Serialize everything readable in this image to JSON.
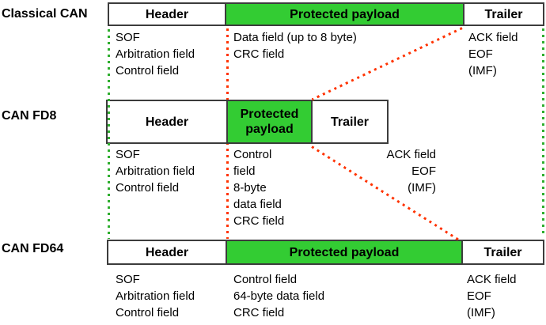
{
  "colors": {
    "payload_green": "#33cc33",
    "dotted_green": "#2fae2f",
    "dotted_red": "#ff3300",
    "border": "#3c3c3c"
  },
  "rows": [
    {
      "label": "Classical CAN",
      "segments": {
        "header": "Header",
        "payload": "Protected payload",
        "trailer": "Trailer"
      },
      "fields": {
        "header": "SOF\nArbitration field\nControl field",
        "payload": "Data field (up to 8 byte)\nCRC field",
        "trailer": "ACK field\nEOF\n(IMF)"
      }
    },
    {
      "label": "CAN FD8",
      "segments": {
        "header": "Header",
        "payload": "Protected\npayload",
        "trailer": "Trailer"
      },
      "fields": {
        "header": "SOF\nArbitration field\nControl field",
        "payload": "Control\nfield\n8-byte\ndata field\nCRC field",
        "trailer": "ACK field\nEOF\n(IMF)"
      }
    },
    {
      "label": "CAN FD64",
      "segments": {
        "header": "Header",
        "payload": "Protected payload",
        "trailer": "Trailer"
      },
      "fields": {
        "header": "SOF\nArbitration field\nControl field",
        "payload": "Control field\n64-byte data field\nCRC field",
        "trailer": "ACK field\nEOF\n(IMF)"
      }
    }
  ]
}
